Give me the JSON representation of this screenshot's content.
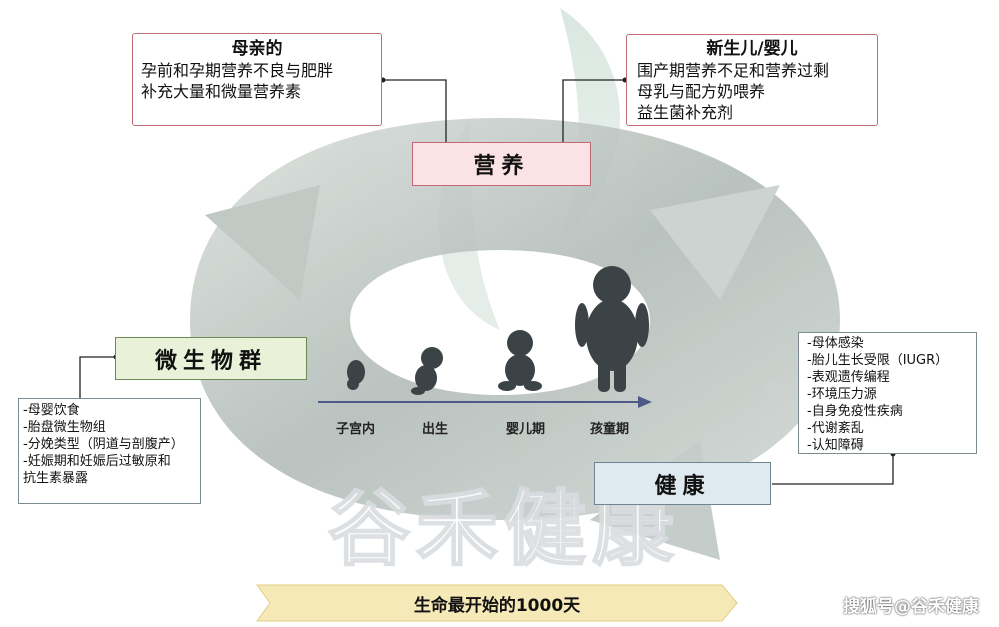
{
  "mother": {
    "title": "母亲的",
    "lines": [
      "孕前和孕期营养不良与肥胖",
      "补充大量和微量营养素"
    ]
  },
  "infant": {
    "title": "新生儿/婴儿",
    "lines": [
      "围产期营养不足和营养过剩",
      "母乳与配方奶喂养",
      "益生菌补充剂"
    ]
  },
  "nutrition_label": "营养",
  "microbiota_label": "微生物群",
  "health_label": "健康",
  "microbiota_factors": [
    "-母婴饮食",
    "-胎盘微生物组",
    "-分娩类型（阴道与剖腹产）",
    "-妊娠期和妊娠后过敏原和",
    "抗生素暴露"
  ],
  "health_outcomes": [
    "-母体感染",
    "-胎儿生长受限（IUGR）",
    "-表观遗传编程",
    "-环境压力源",
    "-自身免疫性疾病",
    "-代谢紊乱",
    "-认知障碍"
  ],
  "stages": [
    "子宫内",
    "出生",
    "婴儿期",
    "孩童期"
  ],
  "banner": "生命最开始的1000天",
  "watermark": "谷禾健康",
  "credit": "搜狐号@谷禾健康",
  "colors": {
    "nutrition": "#fbe3e5",
    "microbiota": "#e9f2d9",
    "health": "#dfeaf0",
    "banner": "#f6e9b8",
    "silhouette": "#3c4346"
  }
}
